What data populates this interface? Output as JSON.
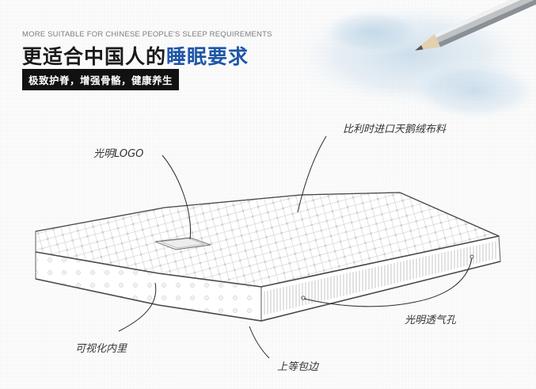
{
  "header": {
    "subtitle_en": "MORE SUITABLE FOR CHINESE PEOPLE'S SLEEP REQUIREMENTS",
    "headline_main": "更适合中国人的",
    "headline_accent": "睡眠要求",
    "tagline": "极致护脊，增强骨骼，健康养生"
  },
  "callouts": {
    "fabric": "比利时进口天鹅绒布料",
    "logo": "光明LOGO",
    "vents": "光明透气孔",
    "lining": "可视化内里",
    "edging": "上等包边"
  },
  "colors": {
    "accent": "#1f56a8",
    "wash": "#a9c8df",
    "tagline_bg": "#111111"
  }
}
